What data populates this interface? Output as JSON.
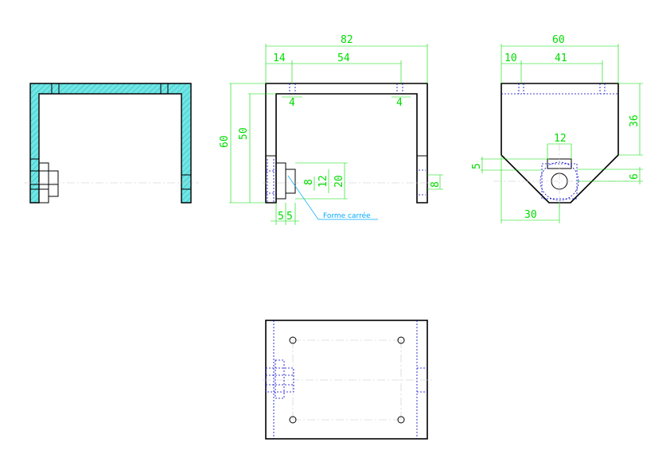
{
  "front_view": {
    "overall_width": "82",
    "hole_offset": "14",
    "hole_spacing": "54",
    "hole_dia_left": "4",
    "hole_dia_right": "4",
    "overall_height": "60",
    "inner_height": "50",
    "boss_square": "12",
    "boss_block": "20",
    "boss_small": "8",
    "foot_height": "8",
    "boss_width_1": "5",
    "boss_width_2": "5",
    "note": "Forme carrée"
  },
  "side_view": {
    "overall_width": "60",
    "hole_offset": "10",
    "hole_spacing": "41",
    "height_36": "36",
    "bore_width": "12",
    "step_5": "5",
    "step_6": "6",
    "half_width": "30"
  },
  "colors": {
    "outline": "#000000",
    "dimension": "#00dd00",
    "hidden_line": "#0000cc",
    "section_fill": "#6ee6e6",
    "annotation": "#00aaff"
  }
}
